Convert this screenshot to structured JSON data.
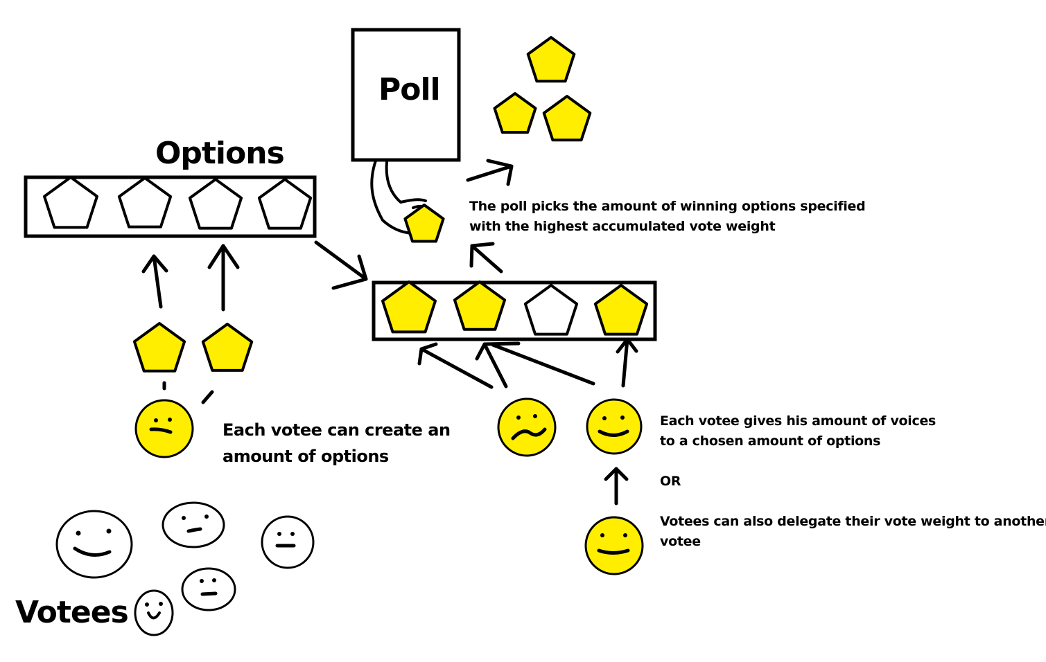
{
  "diagram": {
    "poll_title": "Poll",
    "options_title": "Options",
    "votees_title": "Votees",
    "create_note": [
      "Each votee can create an",
      "amount of options"
    ],
    "poll_note": [
      "The poll picks the amount of winning options specified",
      "with the highest accumulated vote weight"
    ],
    "voice_note": [
      "Each votee gives his amount of voices",
      "to a chosen amount of options"
    ],
    "or_label": "OR",
    "delegate_note": [
      "Votees can also delegate their vote weight to another",
      "votee"
    ]
  },
  "colors": {
    "selected_fill": "#ffee00",
    "unselected_fill": "#ffffff",
    "outline": "#000000"
  },
  "icons": [
    "pentagon-option-icon",
    "smiley-face-icon",
    "hand-icon",
    "arrow-icon"
  ]
}
